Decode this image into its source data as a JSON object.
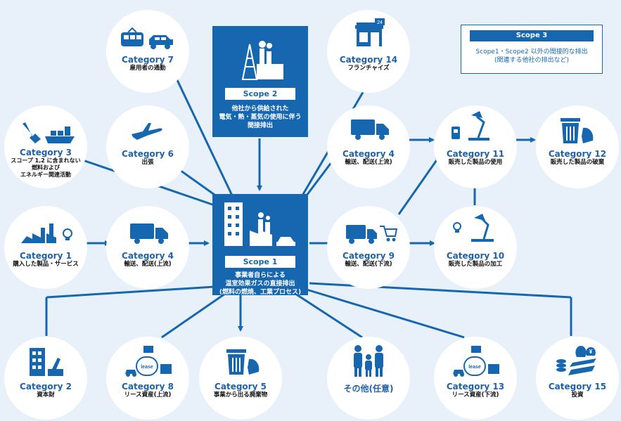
{
  "scope2": {
    "title": "Scope 2",
    "text": "他社から供給された\n電気・熱・蒸気の使用に伴う\n間接排出"
  },
  "scope1": {
    "title": "Scope 1",
    "text": "事業者自らによる\n温室効果ガスの直接排出\n(燃料の燃焼、工業プロセス)"
  },
  "scope3": {
    "title": "Scope 3",
    "text": "Scope1・Scope2 以外の間接的な排出\n(関連する他社の排出など)"
  },
  "categories": {
    "cat7": {
      "label": "Category 7",
      "desc": "雇用者の通勤"
    },
    "cat6": {
      "label": "Category 6",
      "desc": "出張"
    },
    "cat3": {
      "label": "Category 3",
      "desc": "スコープ 1,2 に含まれない\n燃料および\nエネルギー関連活動"
    },
    "cat1": {
      "label": "Category 1",
      "desc": "購入した製品・サービス"
    },
    "cat4a": {
      "label": "Category 4",
      "desc": "輸送、配送(上流)"
    },
    "cat14": {
      "label": "Category 14",
      "desc": "フランチャイズ"
    },
    "cat4b": {
      "label": "Category 4",
      "desc": "輸送、配送(上流)"
    },
    "cat11": {
      "label": "Category 11",
      "desc": "販売した製品の使用"
    },
    "cat12": {
      "label": "Category 12",
      "desc": "販売した製品の破棄"
    },
    "cat9": {
      "label": "Category 9",
      "desc": "輸送、配送(下流)"
    },
    "cat10": {
      "label": "Category 10",
      "desc": "販売した製品の加工"
    },
    "cat2": {
      "label": "Category 2",
      "desc": "資本財"
    },
    "cat8": {
      "label": "Category 8",
      "desc": "リース資産(上流)"
    },
    "cat5": {
      "label": "Category 5",
      "desc": "事業から出る廃棄物"
    },
    "other": {
      "label": "その他(任意)",
      "desc": ""
    },
    "cat13": {
      "label": "Category 13",
      "desc": "リース資産(下流)"
    },
    "cat15": {
      "label": "Category 15",
      "desc": "投資"
    }
  },
  "icon_text": {
    "store_number": "24",
    "lease_upstream": "lease",
    "lease_downstream": "lease",
    "yen_symbol": "¥"
  },
  "colors": {
    "primary": "#1667b0",
    "background": "#e8f0f9",
    "label": "#1f62a9",
    "line": "#1667b0"
  }
}
